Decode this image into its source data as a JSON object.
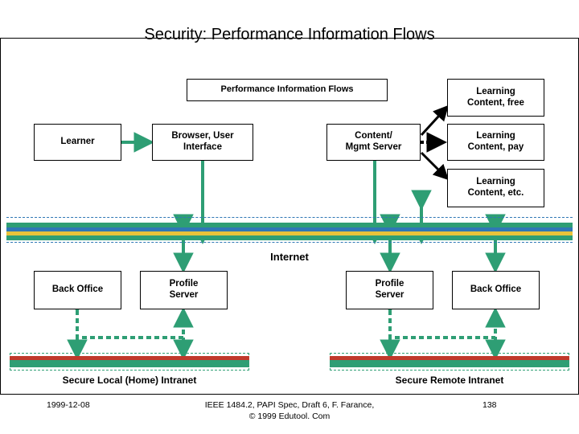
{
  "page": {
    "title": "Security: Performance Information Flows"
  },
  "diagram": {
    "flow_label": "Performance Information Flows",
    "internet_label": "Internet",
    "nodes": [
      {
        "id": "learner",
        "label": "Learner"
      },
      {
        "id": "browser",
        "label": "Browser, User Interface"
      },
      {
        "id": "content_mgmt",
        "label": "Content/\nMgmt Server"
      },
      {
        "id": "learning_free",
        "label": "Learning\nContent, free"
      },
      {
        "id": "learning_pay",
        "label": "Learning\nContent, pay"
      },
      {
        "id": "learning_etc",
        "label": "Learning\nContent, etc."
      },
      {
        "id": "back_office_left",
        "label": "Back Office"
      },
      {
        "id": "profile_left",
        "label": "Profile\nServer"
      },
      {
        "id": "profile_right",
        "label": "Profile\nServer"
      },
      {
        "id": "back_office_right",
        "label": "Back Office"
      }
    ],
    "zone_labels": [
      {
        "id": "secure_local",
        "label": "Secure Local (Home) Intranet"
      },
      {
        "id": "secure_remote",
        "label": "Secure Remote Intranet"
      }
    ]
  },
  "footer": {
    "date": "1999-12-08",
    "center_line1": "IEEE 1484.2, PAPI Spec, Draft 6, F. Farance,",
    "center_line2": "© 1999 Edutool. Com",
    "page_number": "138"
  },
  "colors": {
    "accent_green": "#2e9e74",
    "internet_blue": "#2f77b5",
    "internet_yellow": "#e8c33a",
    "intranet_red": "#c0392b",
    "border": "#000000"
  }
}
